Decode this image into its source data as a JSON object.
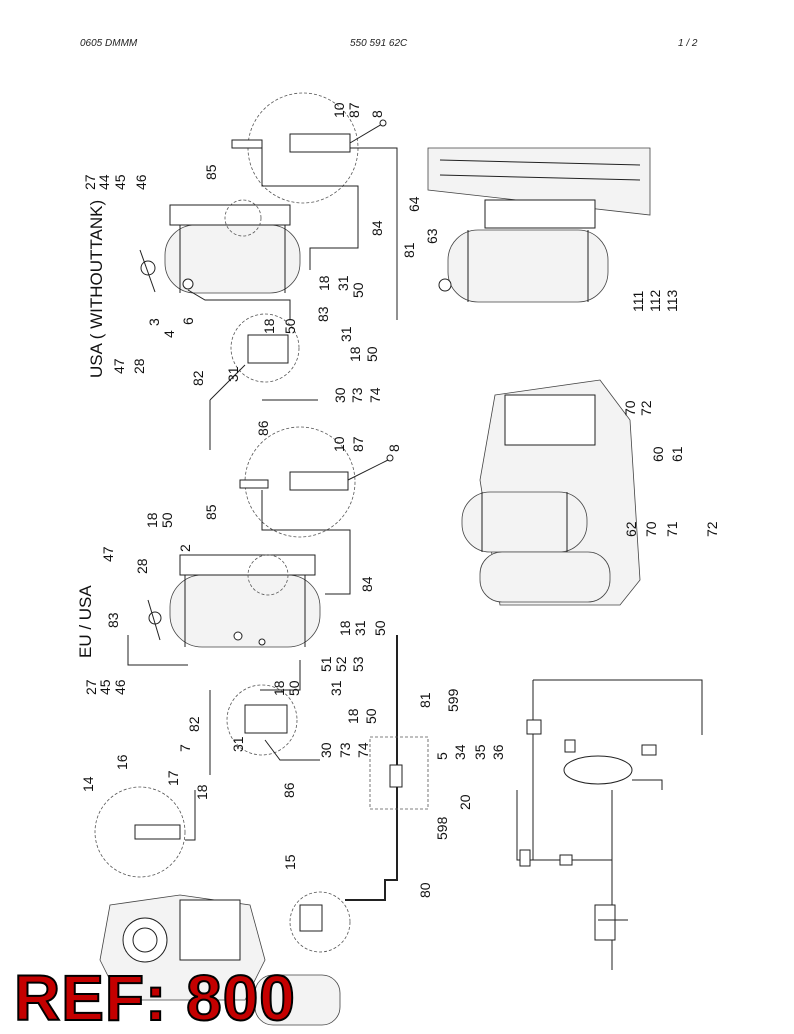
{
  "header": {
    "left": "0605 DMMM",
    "middle": "550 591 62C",
    "right": "1 /   2"
  },
  "titles": {
    "upper": "USA ( WITHOUTTANK)",
    "lower": "EU / USA"
  },
  "ref_badge": "REF: 800",
  "callouts": [
    {
      "id": "u10",
      "text": "10"
    },
    {
      "id": "u87",
      "text": "87"
    },
    {
      "id": "u8",
      "text": "8"
    },
    {
      "id": "u85",
      "text": "85"
    },
    {
      "id": "u27",
      "text": "27"
    },
    {
      "id": "u44",
      "text": "44"
    },
    {
      "id": "u45",
      "text": "45"
    },
    {
      "id": "u46",
      "text": "46"
    },
    {
      "id": "u64",
      "text": "64"
    },
    {
      "id": "u63",
      "text": "63"
    },
    {
      "id": "u81",
      "text": "81"
    },
    {
      "id": "u84",
      "text": "84"
    },
    {
      "id": "u3",
      "text": "3"
    },
    {
      "id": "u4",
      "text": "4"
    },
    {
      "id": "u6",
      "text": "6"
    },
    {
      "id": "u18a",
      "text": "18"
    },
    {
      "id": "u31a",
      "text": "31"
    },
    {
      "id": "u50a",
      "text": "50"
    },
    {
      "id": "u111",
      "text": "111"
    },
    {
      "id": "u112",
      "text": "112"
    },
    {
      "id": "u113",
      "text": "113"
    },
    {
      "id": "u83",
      "text": "83"
    },
    {
      "id": "u18b",
      "text": "18"
    },
    {
      "id": "u50b",
      "text": "50"
    },
    {
      "id": "u31b",
      "text": "31"
    },
    {
      "id": "u18c",
      "text": "18"
    },
    {
      "id": "u50c",
      "text": "50"
    },
    {
      "id": "u47",
      "text": "47"
    },
    {
      "id": "u28",
      "text": "28"
    },
    {
      "id": "u82",
      "text": "82"
    },
    {
      "id": "u31c",
      "text": "31"
    },
    {
      "id": "u30",
      "text": "30"
    },
    {
      "id": "u73",
      "text": "73"
    },
    {
      "id": "u74",
      "text": "74"
    },
    {
      "id": "u86",
      "text": "86"
    },
    {
      "id": "l10",
      "text": "10"
    },
    {
      "id": "l87",
      "text": "87"
    },
    {
      "id": "l8",
      "text": "8"
    },
    {
      "id": "l70a",
      "text": "70"
    },
    {
      "id": "l72a",
      "text": "72"
    },
    {
      "id": "l85",
      "text": "85"
    },
    {
      "id": "l18",
      "text": "18"
    },
    {
      "id": "l50",
      "text": "50"
    },
    {
      "id": "l60",
      "text": "60"
    },
    {
      "id": "l61",
      "text": "61"
    },
    {
      "id": "l47",
      "text": "47"
    },
    {
      "id": "l28",
      "text": "28"
    },
    {
      "id": "l2",
      "text": "2"
    },
    {
      "id": "l62",
      "text": "62"
    },
    {
      "id": "l70b",
      "text": "70"
    },
    {
      "id": "l71",
      "text": "71"
    },
    {
      "id": "l72b",
      "text": "72"
    },
    {
      "id": "l83",
      "text": "83"
    },
    {
      "id": "l84",
      "text": "84"
    },
    {
      "id": "l18b",
      "text": "18"
    },
    {
      "id": "l31",
      "text": "31"
    },
    {
      "id": "l50b",
      "text": "50"
    },
    {
      "id": "l27",
      "text": "27"
    },
    {
      "id": "l45",
      "text": "45"
    },
    {
      "id": "l46",
      "text": "46"
    },
    {
      "id": "l51",
      "text": "51"
    },
    {
      "id": "l52",
      "text": "52"
    },
    {
      "id": "l53",
      "text": "53"
    },
    {
      "id": "l18c",
      "text": "18"
    },
    {
      "id": "l50c",
      "text": "50"
    },
    {
      "id": "l31b",
      "text": "31"
    },
    {
      "id": "l18d",
      "text": "18"
    },
    {
      "id": "l50d",
      "text": "50"
    },
    {
      "id": "l81",
      "text": "81"
    },
    {
      "id": "l599",
      "text": "599"
    },
    {
      "id": "l82",
      "text": "82"
    },
    {
      "id": "l31c",
      "text": "31"
    },
    {
      "id": "l30",
      "text": "30"
    },
    {
      "id": "l73",
      "text": "73"
    },
    {
      "id": "l74",
      "text": "74"
    },
    {
      "id": "l5",
      "text": "5"
    },
    {
      "id": "l34",
      "text": "34"
    },
    {
      "id": "l35",
      "text": "35"
    },
    {
      "id": "l36",
      "text": "36"
    },
    {
      "id": "l14",
      "text": "14"
    },
    {
      "id": "l16",
      "text": "16"
    },
    {
      "id": "l17",
      "text": "17"
    },
    {
      "id": "l7",
      "text": "7"
    },
    {
      "id": "l18e",
      "text": "18"
    },
    {
      "id": "l86",
      "text": "86"
    },
    {
      "id": "l20",
      "text": "20"
    },
    {
      "id": "l598",
      "text": "598"
    },
    {
      "id": "l15",
      "text": "15"
    },
    {
      "id": "l80",
      "text": "80"
    }
  ]
}
